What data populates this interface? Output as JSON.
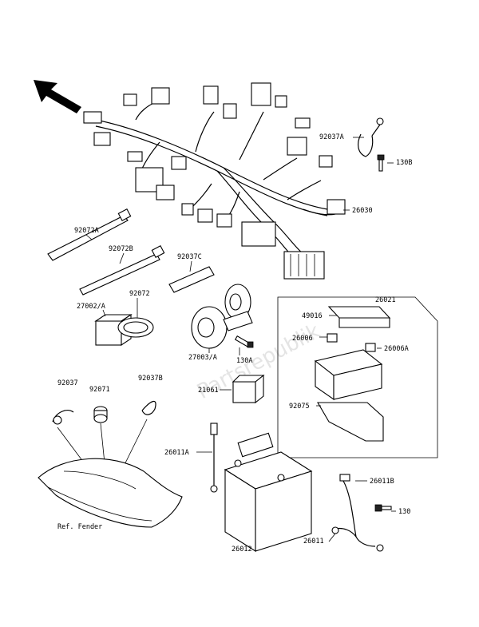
{
  "watermark": "Partsrepublik",
  "labels": [
    {
      "id": "l-92037A",
      "text": "92037A"
    },
    {
      "id": "l-130B",
      "text": "130B"
    },
    {
      "id": "l-26030",
      "text": "26030"
    },
    {
      "id": "l-92072A",
      "text": "92072A"
    },
    {
      "id": "l-92072B",
      "text": "92072B"
    },
    {
      "id": "l-92037C",
      "text": "92037C"
    },
    {
      "id": "l-26021",
      "text": "26021"
    },
    {
      "id": "l-27002A",
      "text": "27002/A"
    },
    {
      "id": "l-92072",
      "text": "92072"
    },
    {
      "id": "l-49016",
      "text": "49016"
    },
    {
      "id": "l-26006",
      "text": "26006"
    },
    {
      "id": "l-26006A",
      "text": "26006A"
    },
    {
      "id": "l-27003A",
      "text": "27003/A"
    },
    {
      "id": "l-130A",
      "text": "130A"
    },
    {
      "id": "l-92037",
      "text": "92037"
    },
    {
      "id": "l-92071",
      "text": "92071"
    },
    {
      "id": "l-92037B",
      "text": "92037B"
    },
    {
      "id": "l-21061",
      "text": "21061"
    },
    {
      "id": "l-92075",
      "text": "92075"
    },
    {
      "id": "l-26011A",
      "text": "26011A"
    },
    {
      "id": "l-26011B",
      "text": "26011B"
    },
    {
      "id": "l-130",
      "text": "130"
    },
    {
      "id": "l-26011",
      "text": "26011"
    },
    {
      "id": "l-26012",
      "text": "26012"
    },
    {
      "id": "l-reffender",
      "text": "Ref. Fender"
    }
  ]
}
